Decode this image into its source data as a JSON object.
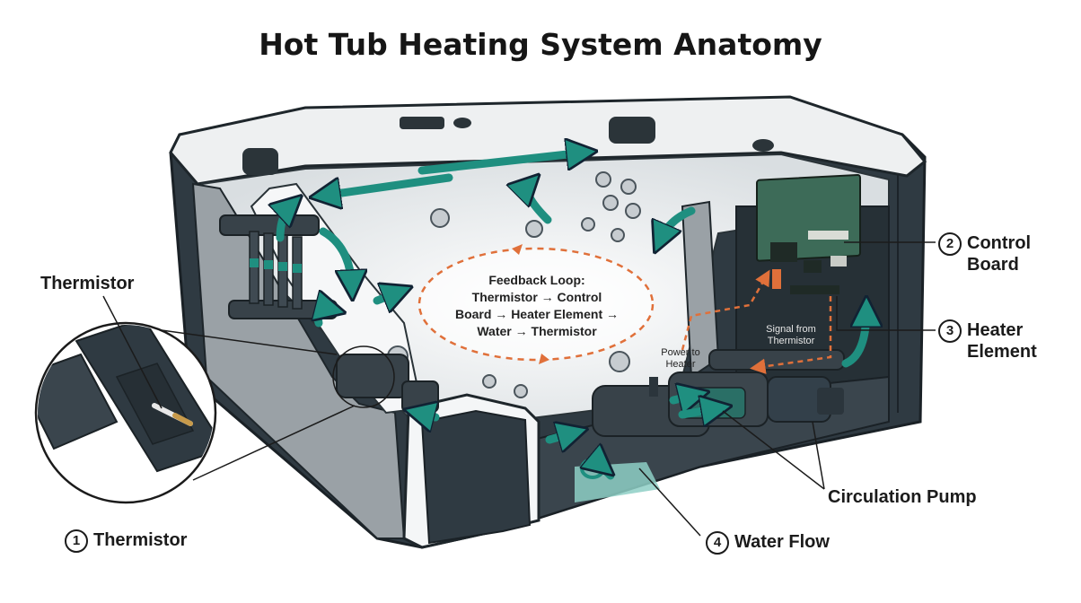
{
  "title": "Hot Tub Heating System Anatomy",
  "feedback_loop": {
    "line1": "Feedback Loop:",
    "line2": "Thermistor → Control",
    "line3": "Board → Heater Element →",
    "line4": "Water → Thermistor"
  },
  "labels": {
    "thermistor_top": "Thermistor",
    "thermistor_num": "1",
    "thermistor_bottom": "Thermistor",
    "control_num": "2",
    "control_line1": "Control",
    "control_line2": "Board",
    "heater_num": "3",
    "heater_line1": "Heater",
    "heater_line2": "Element",
    "pump": "Circulation Pump",
    "flow_num": "4",
    "flow": "Water Flow",
    "power_line1": "Power to",
    "power_line2": "Heater",
    "signal_line1": "Signal from",
    "signal_line2": "Thermistor"
  },
  "colors": {
    "shell": "#2f3a42",
    "shell_edge": "#1f272d",
    "acrylic": "#f1f3f4",
    "insulation": "#9aa1a6",
    "flow": "#1f8f80",
    "signal": "#e0703a",
    "board": "#3d6b58"
  }
}
